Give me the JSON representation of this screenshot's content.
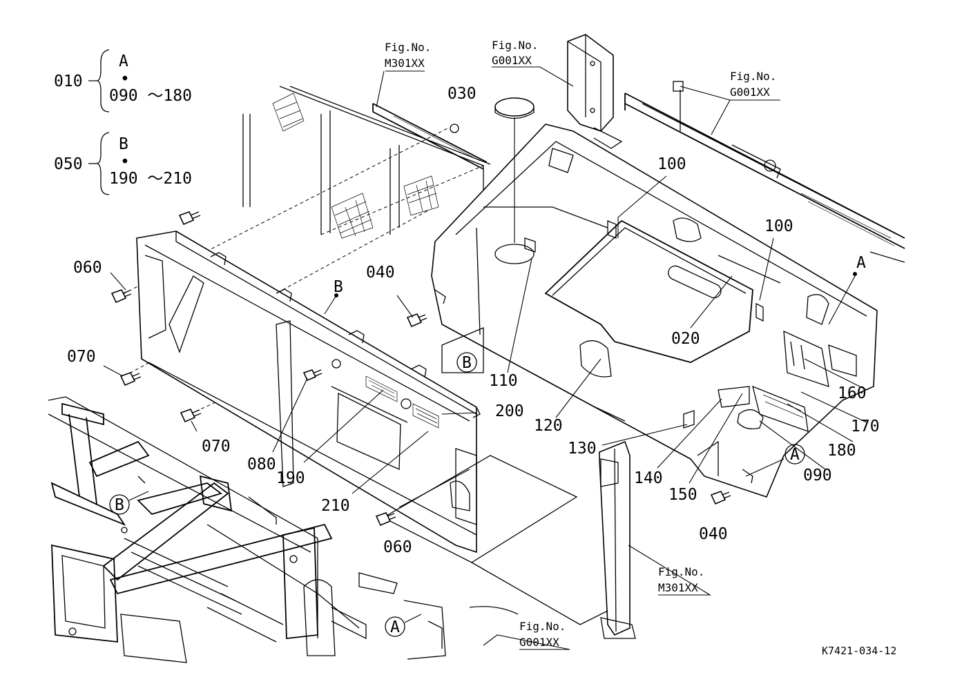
{
  "legend": {
    "group_a": {
      "number": "010",
      "letter": "A",
      "dot": "•",
      "range": "090 ～180"
    },
    "group_b": {
      "number": "050",
      "letter": "B",
      "dot": "•",
      "range": "190 ～210"
    }
  },
  "fig_refs": [
    {
      "line1": "Fig.No.",
      "line2": "M301XX"
    },
    {
      "line1": "Fig.No.",
      "line2": "G001XX"
    },
    {
      "line1": "Fig.No.",
      "line2": "G001XX"
    },
    {
      "line1": "Fig.No.",
      "line2": "M301XX"
    },
    {
      "line1": "Fig.No.",
      "line2": "G001XX"
    }
  ],
  "part_labels": {
    "p020": "020",
    "p030": "030",
    "p040a": "040",
    "p040b": "040",
    "p060a": "060",
    "p060b": "060",
    "p070a": "070",
    "p070b": "070",
    "p080": "080",
    "p090": "090",
    "p100a": "100",
    "p100b": "100",
    "p110": "110",
    "p120": "120",
    "p130": "130",
    "p140": "140",
    "p150": "150",
    "p160": "160",
    "p170": "170",
    "p180": "180",
    "p190": "190",
    "p200": "200",
    "p210": "210"
  },
  "markers": {
    "a_plain": "A",
    "b_plain": "B",
    "a_circled": "A",
    "b_circled": "B"
  },
  "drawing_code": "K7421-034-12"
}
